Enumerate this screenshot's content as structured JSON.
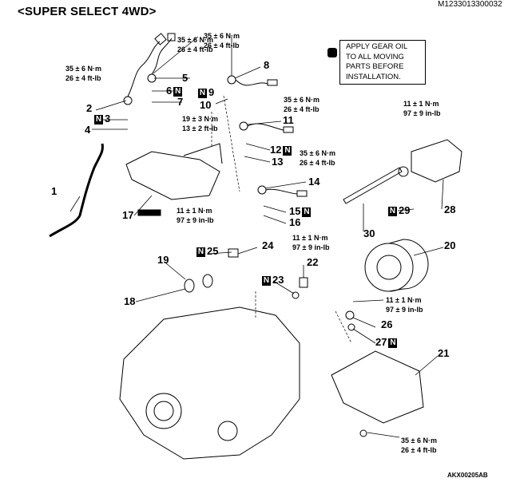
{
  "title": "<SUPER SELECT 4WD>",
  "figure_code": "M1233013300032",
  "figure_id": "AKX00205AB",
  "note": {
    "lines": [
      "APPLY GEAR OIL",
      "TO ALL MOVING",
      "PARTS BEFORE",
      "INSTALLATION."
    ],
    "icon": "oil-can-icon"
  },
  "torques": {
    "t35a": [
      "35 ± 6 N·m",
      "26 ± 4 ft-lb"
    ],
    "t35b": [
      "35 ± 6 N·m",
      "26 ± 4 ft-lb"
    ],
    "t35c": [
      "35 ± 6 N·m",
      "26 ± 4 ft-lb"
    ],
    "t35d": [
      "35 ± 6 N·m",
      "26 ± 4 ft-lb"
    ],
    "t35e": [
      "35 ± 6 N·m",
      "26 ± 4 ft-lb"
    ],
    "t35f": [
      "35 ± 6 N·m",
      "26 ± 4 ft-lb"
    ],
    "t19": [
      "19 ± 3 N·m",
      "13 ± 2 ft-lb"
    ],
    "t11a": [
      "11 ± 1 N·m",
      "97 ± 9 in-lb"
    ],
    "t11b": [
      "11 ± 1 N·m",
      "97 ± 9 in-lb"
    ],
    "t11c": [
      "11 ± 1 N·m",
      "97 ± 9 in-lb"
    ],
    "t11d": [
      "11 ± 1 N·m",
      "97 ± 9 in-lb"
    ]
  },
  "new_part_mark": "N",
  "parts": {
    "p1": "1",
    "p2": "2",
    "p3": "3",
    "p4": "4",
    "p5": "5",
    "p6": "6",
    "p7": "7",
    "p8": "8",
    "p9": "9",
    "p10": "10",
    "p11": "11",
    "p12": "12",
    "p13": "13",
    "p14": "14",
    "p15": "15",
    "p16": "16",
    "p17": "17",
    "p18": "18",
    "p19": "19",
    "p20": "20",
    "p21": "21",
    "p22": "22",
    "p23": "23",
    "p24": "24",
    "p25": "25",
    "p26": "26",
    "p27": "27",
    "p28": "28",
    "p29": "29",
    "p30": "30"
  }
}
